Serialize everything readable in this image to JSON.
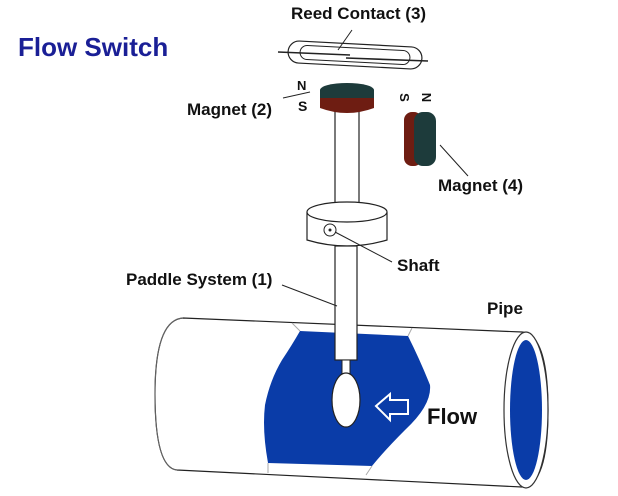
{
  "title": "Flow Switch",
  "labels": {
    "reed_contact": "Reed Contact (3)",
    "magnet2": "Magnet (2)",
    "magnet4": "Magnet (4)",
    "shaft": "Shaft",
    "paddle_system": "Paddle System (1)",
    "pipe": "Pipe",
    "flow": "Flow"
  },
  "poles": {
    "magnet2_north": "N",
    "magnet2_south": "S",
    "magnet4_south": "S",
    "magnet4_north": "N"
  },
  "colors": {
    "title": "#1a1f96",
    "water": "#0a3ca8",
    "magnet_north": "#1d3b3b",
    "magnet_south": "#6e1d12"
  }
}
